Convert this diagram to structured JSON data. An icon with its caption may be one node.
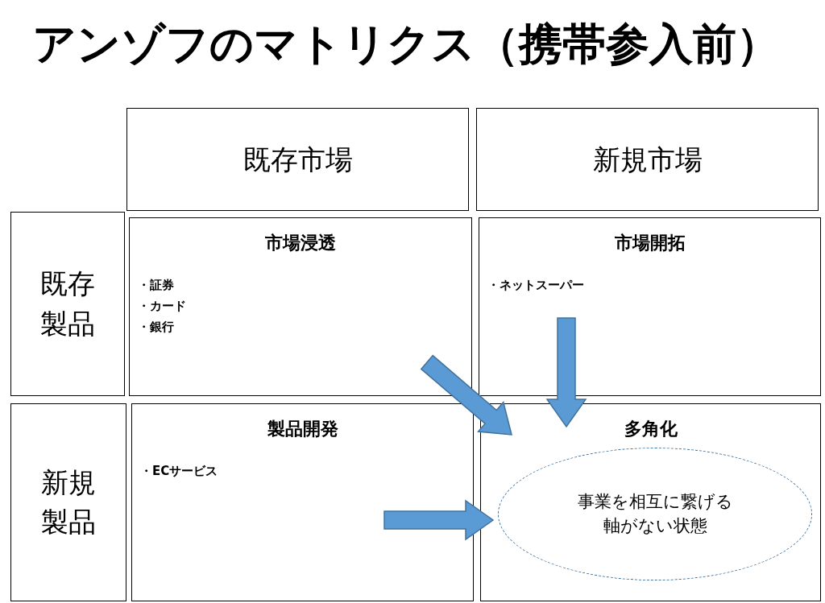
{
  "diagram": {
    "title": "アンゾフのマトリクス（携帯参入前）",
    "nodes": [
      {
        "text": [
          "既存市場"
        ]
      },
      {
        "text": [
          "新規市場"
        ]
      },
      {
        "text": [
          "既存製品"
        ]
      },
      {
        "text": [
          "新規製品"
        ]
      },
      {
        "text": [
          "市場浸透",
          "・証券",
          "・カード",
          "・銀行"
        ]
      },
      {
        "text": [
          "市場開拓",
          "・ネットスーパー"
        ]
      },
      {
        "text": [
          "製品開発",
          "・ECサービス"
        ]
      },
      {
        "text": [
          "多角化"
        ]
      },
      {
        "text": [
          "事業を相互に繋げる軸がない状態"
        ],
        "in": 7
      }
    ],
    "edges": [
      {
        "from": 4,
        "to": 7,
        "arrow": "to",
        "style": "thick"
      },
      {
        "from": 5,
        "to": 7,
        "arrow": "to",
        "style": "thick"
      },
      {
        "from": 6,
        "to": 8,
        "arrow": "to",
        "style": "thick"
      }
    ]
  }
}
